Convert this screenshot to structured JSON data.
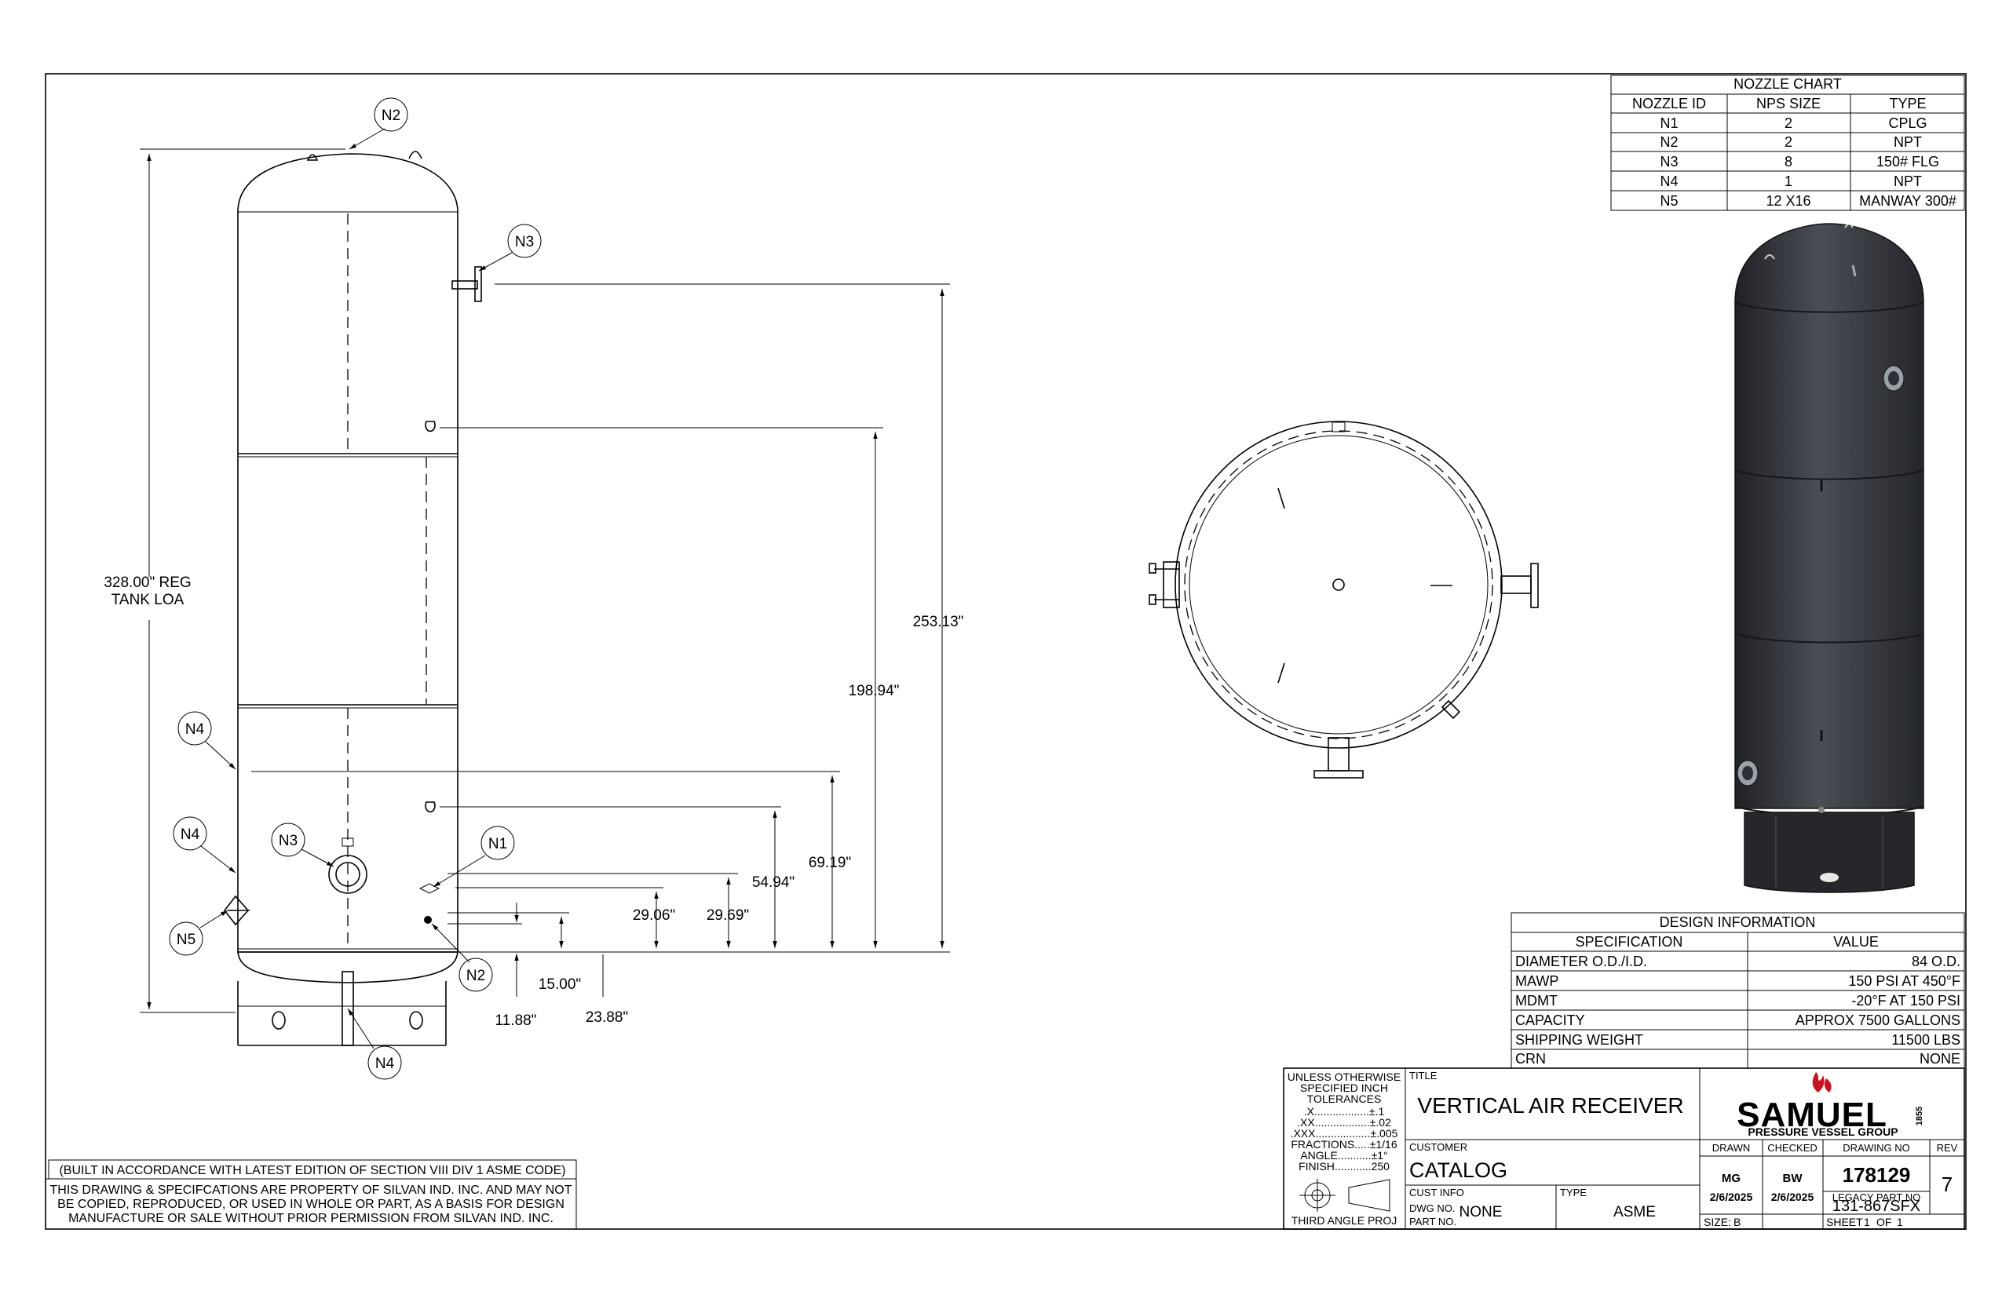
{
  "nozzle_chart": {
    "title": "NOZZLE CHART",
    "headers": [
      "NOZZLE ID",
      "NPS SIZE",
      "TYPE"
    ],
    "rows": [
      [
        "N1",
        "2",
        "CPLG"
      ],
      [
        "N2",
        "2",
        "NPT"
      ],
      [
        "N3",
        "8",
        "150# FLG"
      ],
      [
        "N4",
        "1",
        "NPT"
      ],
      [
        "N5",
        "12 X16",
        "MANWAY 300#"
      ]
    ]
  },
  "design_info": {
    "title": "DESIGN INFORMATION",
    "headers": [
      "SPECIFICATION",
      "VALUE"
    ],
    "rows": [
      [
        "DIAMETER O.D./I.D.",
        "84 O.D."
      ],
      [
        "MAWP",
        "150 PSI AT 450°F"
      ],
      [
        "MDMT",
        "-20°F AT 150 PSI"
      ],
      [
        "CAPACITY",
        "APPROX 7500 GALLONS"
      ],
      [
        "SHIPPING WEIGHT",
        "11500 LBS"
      ],
      [
        "CRN",
        "NONE"
      ]
    ]
  },
  "elevation": {
    "overall_line1": "328.00\" REG",
    "overall_line2": "TANK LOA",
    "dims": [
      "253.13\"",
      "198.94\"",
      "69.19\"",
      "54.94\"",
      "29.69\"",
      "29.06\"",
      "23.88\"",
      "15.00\"",
      "11.88\""
    ],
    "callouts": [
      "N2",
      "N3",
      "N4",
      "N4",
      "N3",
      "N1",
      "N5",
      "N2",
      "N4"
    ]
  },
  "title_block": {
    "tolerances": [
      "UNLESS OTHERWISE",
      "SPECIFIED INCH",
      "TOLERANCES",
      ".X..................±.1",
      ".XX..................±.02",
      ".XXX..................±.005",
      "FRACTIONS.....±1/16",
      "ANGLE...........±1°",
      "FINISH............250"
    ],
    "projection": "THIRD ANGLE PROJ",
    "title_label": "TITLE",
    "title": "VERTICAL AIR RECEIVER",
    "customer_label": "CUSTOMER",
    "customer": "CATALOG",
    "cust_info_label": "CUST INFO",
    "dwg_no_label": "DWG NO.",
    "part_no_label": "PART NO.",
    "dwg_no": "NONE",
    "type_label": "TYPE",
    "type": "ASME",
    "brand": "SAMUEL",
    "brand_year": "1855",
    "brand_sub": "PRESSURE VESSEL GROUP",
    "drawn_label": "DRAWN",
    "drawn_by": "MG",
    "drawn_date": "2/6/2025",
    "checked_label": "CHECKED",
    "checked_by": "BW",
    "checked_date": "2/6/2025",
    "drawing_no_label": "DRAWING NO",
    "drawing_no": "178129",
    "rev_label": "REV",
    "rev": "7",
    "legacy_label": "LEGACY PART NO",
    "legacy_no": "131-867SFX",
    "size_label": "SIZE:",
    "size": "B",
    "sheet_label": "SHEET",
    "sheet_no": "1",
    "sheet_of": "OF",
    "sheet_total": "1"
  },
  "notes": {
    "asme_note": "(BUILT IN ACCORDANCE WITH LATEST EDITION OF SECTION VIII DIV 1 ASME CODE)",
    "property_line1": "THIS DRAWING & SPECIFCATIONS ARE PROPERTY OF SILVAN IND. INC. AND MAY NOT",
    "property_line2": "BE COPIED, REPRODUCED, OR USED IN WHOLE OR PART, AS A BASIS FOR DESIGN",
    "property_line3": "MANUFACTURE OR SALE WITHOUT PRIOR PERMISSION FROM SILVAN IND. INC."
  },
  "colors": {
    "tank_body": "#3a3d43",
    "brand_red": "#c8141e"
  }
}
